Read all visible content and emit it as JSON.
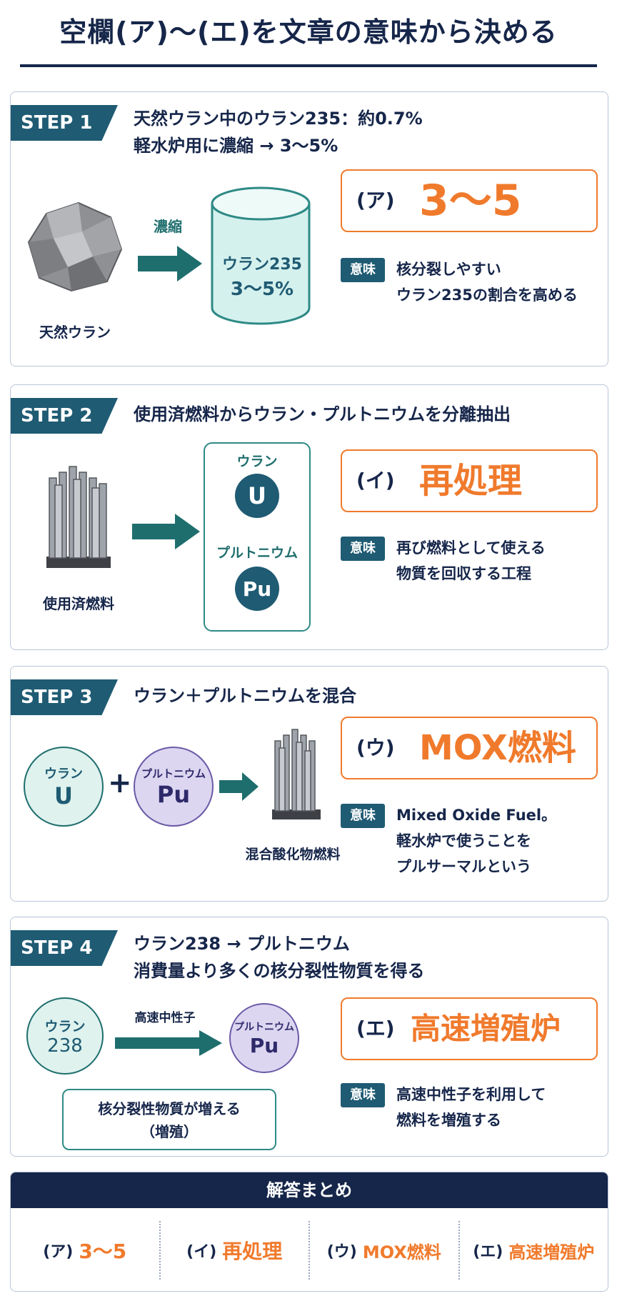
{
  "title": "空欄(ア)〜(エ)を文章の意味から決める",
  "mean_label": "意味",
  "steps": [
    {
      "tag": "STEP 1",
      "head": [
        "天然ウラン中のウラン235：約0.7%",
        "軽水炉用に濃縮 → 3〜5%"
      ],
      "left_caption": "天然ウラン",
      "arrow_label": "濃縮",
      "cyl_lines": [
        "ウラン235",
        "3〜5%"
      ],
      "answer_key": "(ア)",
      "answer_value": "3〜5",
      "meaning": [
        "核分裂しやすい",
        "ウラン235の割合を高める"
      ]
    },
    {
      "tag": "STEP 2",
      "head": [
        "使用済燃料からウラン・プルトニウムを分離抽出"
      ],
      "left_caption": "使用済燃料",
      "uranium_label": "ウラン",
      "uranium_symbol": "U",
      "plutonium_label": "プルトニウム",
      "plutonium_symbol": "Pu",
      "answer_key": "(イ)",
      "answer_value": "再処理",
      "meaning": [
        "再び燃料として使える",
        "物質を回収する工程"
      ]
    },
    {
      "tag": "STEP 3",
      "head": [
        "ウラン＋プルトニウムを混合"
      ],
      "uranium_label": "ウラン",
      "uranium_symbol": "U",
      "plus": "+",
      "plutonium_label": "プルトニウム",
      "plutonium_symbol": "Pu",
      "right_caption": "混合酸化物燃料",
      "answer_key": "(ウ)",
      "answer_value": "MOX燃料",
      "meaning": [
        "Mixed Oxide Fuel。",
        "軽水炉で使うことを",
        "プルサーマルという"
      ]
    },
    {
      "tag": "STEP 4",
      "head": [
        "ウラン238 → プルトニウム",
        "消費量より多くの核分裂性物質を得る"
      ],
      "uranium_label": "ウラン",
      "uranium_number": "238",
      "arrow_label": "高速中性子",
      "plutonium_label": "プルトニウム",
      "plutonium_symbol": "Pu",
      "note": [
        "核分裂性物質が増える",
        "（増殖）"
      ],
      "answer_key": "(エ)",
      "answer_value": "高速増殖炉",
      "meaning": [
        "高速中性子を利用して",
        "燃料を増殖する"
      ]
    }
  ],
  "summary": {
    "head": "解答まとめ",
    "items": [
      {
        "key": "(ア)",
        "value": "3〜5"
      },
      {
        "key": "(イ)",
        "value": "再処理"
      },
      {
        "key": "(ウ)",
        "value": "MOX燃料"
      },
      {
        "key": "(エ)",
        "value": "高速増殖炉"
      }
    ]
  },
  "colors": {
    "navy": "#16264a",
    "teal": "#1f5b73",
    "orange": "#f07a2c",
    "purple": "#6a5aa6"
  }
}
